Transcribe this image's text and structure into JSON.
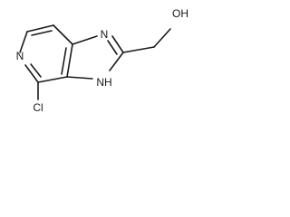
{
  "molecule": {
    "atoms": {
      "pyridine_n": "N",
      "imidazole_n": "N",
      "nh": "NH",
      "chloro": "Cl",
      "hydroxyl": "OH"
    }
  },
  "colors": {
    "bond": "#1a1a1a",
    "background": "#ffffff"
  }
}
